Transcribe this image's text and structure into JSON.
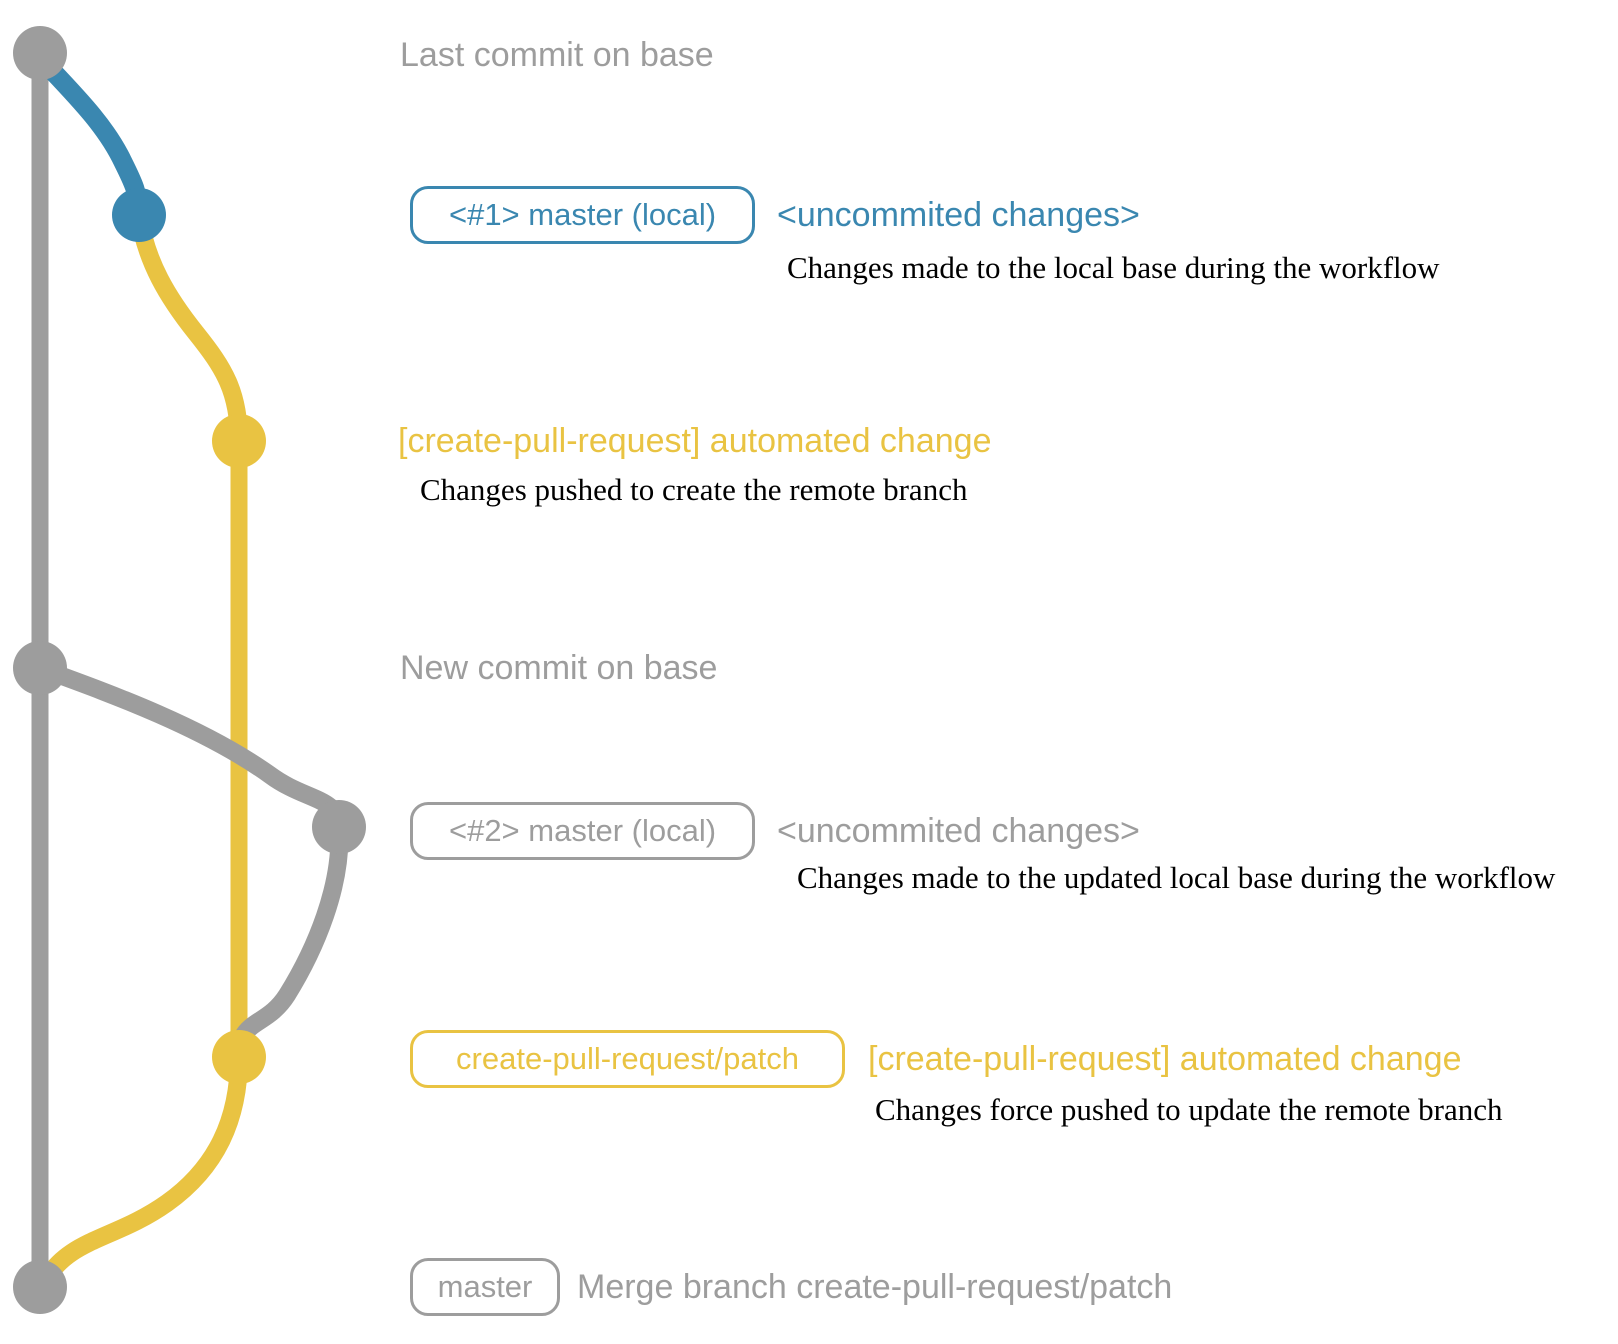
{
  "colors": {
    "base_gray": "#9d9d9d",
    "local_blue": "#3a87b0",
    "patch_yellow": "#e9c342",
    "desc_black": "#000000",
    "background": "#ffffff"
  },
  "graph": {
    "type": "git-branch-diagram",
    "branches": [
      {
        "name": "base (master remote)",
        "color": "#9d9d9d"
      },
      {
        "name": "master (local) #1",
        "color": "#3a87b0"
      },
      {
        "name": "create-pull-request/patch",
        "color": "#e9c342"
      },
      {
        "name": "master (local) #2",
        "color": "#9d9d9d"
      }
    ]
  },
  "rows": {
    "row1": {
      "title": "Last commit on base"
    },
    "row2": {
      "badge": "<#1> master (local)",
      "tag": "<uncommited changes>",
      "desc": "Changes made to the local base during the workflow"
    },
    "row3": {
      "title": "[create-pull-request] automated change",
      "desc": "Changes pushed to create the remote branch"
    },
    "row4": {
      "title": "New commit on base"
    },
    "row5": {
      "badge": "<#2> master (local)",
      "tag": "<uncommited changes>",
      "desc": "Changes made to the updated local base during the workflow"
    },
    "row6": {
      "badge": "create-pull-request/patch",
      "title": "[create-pull-request] automated change",
      "desc": "Changes force pushed to update the remote branch"
    },
    "row7": {
      "badge": "master",
      "title": "Merge branch create-pull-request/patch"
    }
  }
}
